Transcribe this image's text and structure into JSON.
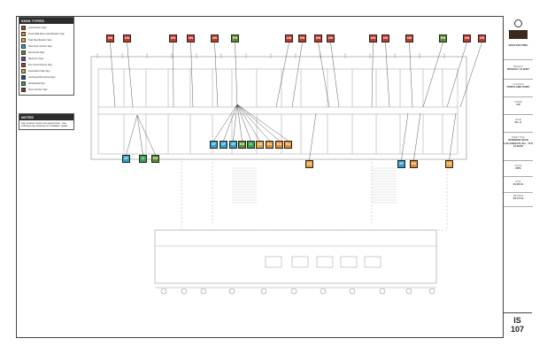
{
  "legend": {
    "title": "SIGN TYPES",
    "items": [
      {
        "label": "Unit Number Sign",
        "color": "#c0392b"
      },
      {
        "label": "Fixed Wall Room Identification Sign",
        "color": "#e08a2c"
      },
      {
        "label": "Stair Identification Sign",
        "color": "#e8a43a"
      },
      {
        "label": "Stair Floor Access Sign",
        "color": "#2f9fcc"
      },
      {
        "label": "Directional Sign",
        "color": "#5b8c2a"
      },
      {
        "label": "Restroom Sign",
        "color": "#7b3fa0"
      },
      {
        "label": "Fire Control Room Sign",
        "color": "#b23a2a"
      },
      {
        "label": "Evacuation Map Sign",
        "color": "#d4b11a"
      },
      {
        "label": "Overhead Directional Sign",
        "color": "#1f4f8a"
      },
      {
        "label": "Residential Sign",
        "color": "#38a049"
      },
      {
        "label": "Floor Number Sign",
        "color": "#8a2c2c"
      }
    ]
  },
  "notes": {
    "title": "NOTES",
    "text": "Sign locations shown are approximate - See individual sign drawings for installation details."
  },
  "tags": {
    "top": [
      "UN",
      "UN",
      "UN",
      "UN",
      "UN",
      "EM",
      "UN",
      "UN",
      "UN",
      "UN",
      "UN",
      "UN",
      "UN",
      "EM",
      "UN",
      "UN"
    ],
    "mid": [
      "SF",
      "SF",
      "SF",
      "EM",
      "D",
      "LS",
      "RA",
      "RA",
      "RA"
    ],
    "low": [
      "SF",
      "D",
      "EM"
    ],
    "right": [
      "LS",
      "SF",
      "RA",
      "LS"
    ]
  },
  "title_block": {
    "rows": [
      {
        "label": "",
        "value": "SIGN ROUTING"
      },
      {
        "label": "PROJECT",
        "value": "DESIGN / CLIENT"
      },
      {
        "label": "LOCATION",
        "value": "PORTLAND PARK"
      },
      {
        "label": "PHASE",
        "value": "CD"
      },
      {
        "label": "ISSUE",
        "value": "No. A"
      },
      {
        "label": "SHEET TITLE",
        "value": "INTERIOR SIGN LOCATION PLAN - 7TH FLOOR"
      },
      {
        "label": "SCALE",
        "value": "NTS"
      },
      {
        "label": "DATE",
        "value": "10.20.14"
      },
      {
        "label": "REVISION",
        "value": "10.17.14"
      }
    ],
    "sheet_prefix": "IS",
    "sheet_number": "107"
  }
}
